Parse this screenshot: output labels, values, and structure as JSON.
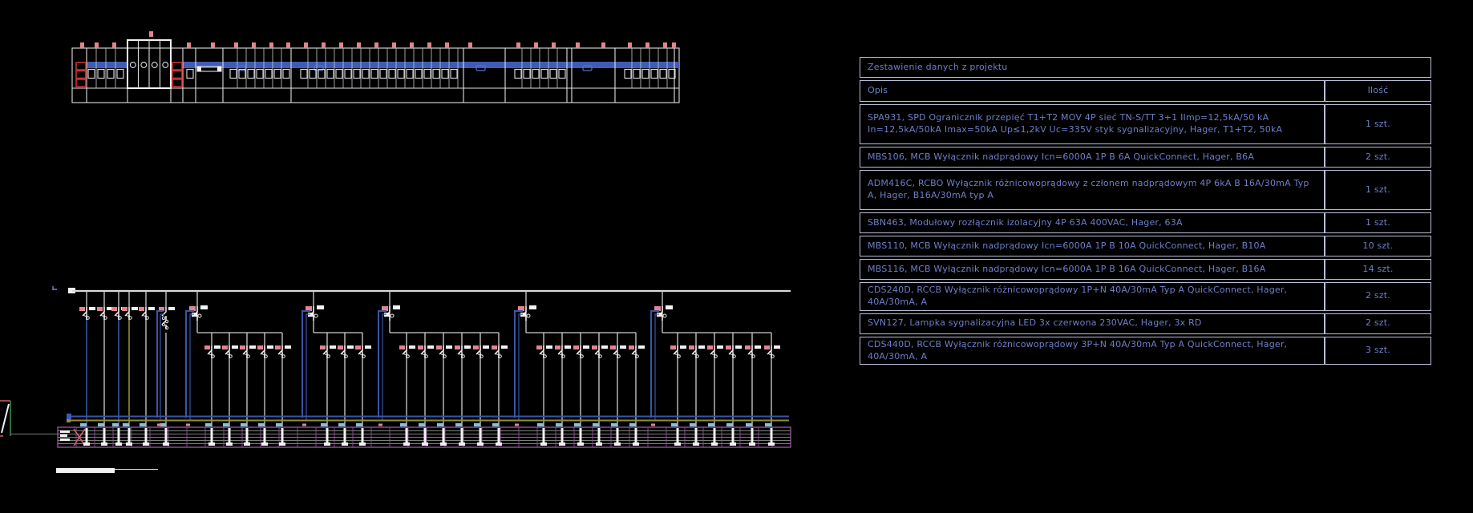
{
  "app": {
    "background": "#000000",
    "drawing_kind": "electrical distribution board - panel layout and single-line schematic"
  },
  "colors": {
    "background": "#000000",
    "table_border": "#b9bdd6",
    "table_text": "#6e7ec8",
    "busbar_blue": "#3f5cb5",
    "wire_white": "#d9d9d9",
    "wire_blue": "#3a55a8",
    "wire_olive": "#8f9033",
    "strip_magenta": "#93519b",
    "strip_gray": "#7d7d7d",
    "tab_pink": "#e2848e",
    "terminal_red": "#cc3333",
    "tick_cyan": "#7fc3dd",
    "mark_purple": "#9a6ad0",
    "box_green": "#3f9a55",
    "box_pink": "#cc5f6f",
    "label_blue": "#5572cc"
  },
  "table": {
    "title": "Zestawienie danych z projektu",
    "columns": {
      "description": "Opis",
      "quantity": "Ilość"
    },
    "rows": [
      {
        "desc": "SPA931, SPD Ogranicznik przepięć T1+T2 MOV 4P sieć TN-S/TT 3+1 IImp=12,5kA/50 kA In=12,5kA/50kA Imax=50kA Up≤1,2kV Uc=335V styk sygnalizacyjny, Hager, T1+T2, 50kA",
        "qty": "1 szt."
      },
      {
        "desc": "MBS106, MCB Wyłącznik nadprądowy Icn=6000A 1P B 6A QuickConnect, Hager, B6A",
        "qty": "2 szt."
      },
      {
        "desc": "ADM416C, RCBO Wyłącznik różnicowoprądowy z członem nadprądowym 4P 6kA B 16A/30mA Typ A, Hager, B16A/30mA typ A",
        "qty": "1 szt."
      },
      {
        "desc": "SBN463, Modułowy rozłącznik izolacyjny 4P 63A 400VAC, Hager, 63A",
        "qty": "1 szt."
      },
      {
        "desc": "MBS110, MCB Wyłącznik nadprądowy Icn=6000A 1P B 10A QuickConnect, Hager, B10A",
        "qty": "10 szt."
      },
      {
        "desc": "MBS116, MCB Wyłącznik nadprądowy Icn=6000A 1P B 16A QuickConnect, Hager, B16A",
        "qty": "14 szt."
      },
      {
        "desc": "CDS240D, RCCB Wyłącznik różnicowoprądowy 1P+N 40A/30mA Typ A QuickConnect, Hager, 40A/30mA, A",
        "qty": "2 szt."
      },
      {
        "desc": "SVN127, Lampka sygnalizacyjna LED 3x czerwona 230VAC, Hager, 3x RD",
        "qty": "2 szt."
      },
      {
        "desc": "CDS440D, RCCB Wyłącznik różnicowoprądowy 3P+N 40A/30mA Typ A QuickConnect, Hager, 40A/30mA, A",
        "qty": "3 szt."
      }
    ]
  }
}
